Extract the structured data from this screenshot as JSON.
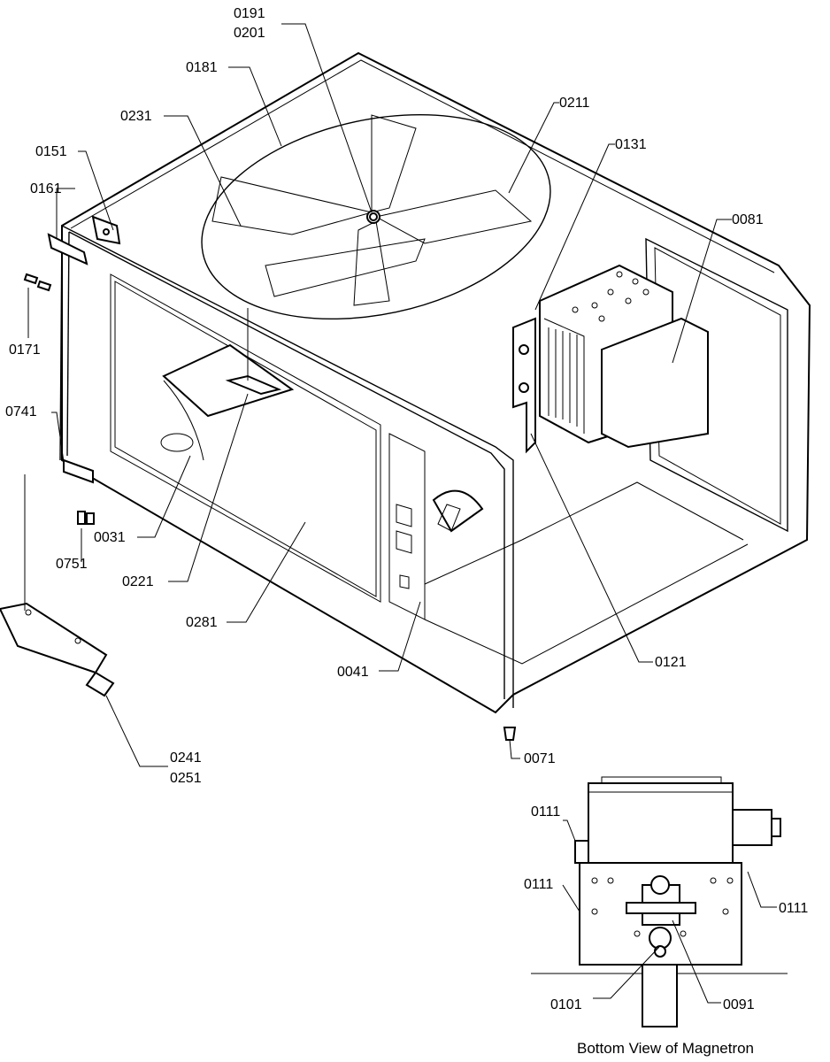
{
  "labels": {
    "p0191": "0191",
    "p0201": "0201",
    "p0181": "0181",
    "p0231": "0231",
    "p0211": "0211",
    "p0151": "0151",
    "p0131": "0131",
    "p0161": "0161",
    "p0081": "0081",
    "p0171": "0171",
    "p0741": "0741",
    "p0031": "0031",
    "p0751": "0751",
    "p0221": "0221",
    "p0281": "0281",
    "p0121": "0121",
    "p0041": "0041",
    "p0241": "0241",
    "p0251": "0251",
    "p0071": "0071",
    "p0111a": "0111",
    "p0111b": "0111",
    "p0111c": "0111",
    "p0101": "0101",
    "p0091": "0091"
  },
  "caption": "Bottom View of Magnetron"
}
